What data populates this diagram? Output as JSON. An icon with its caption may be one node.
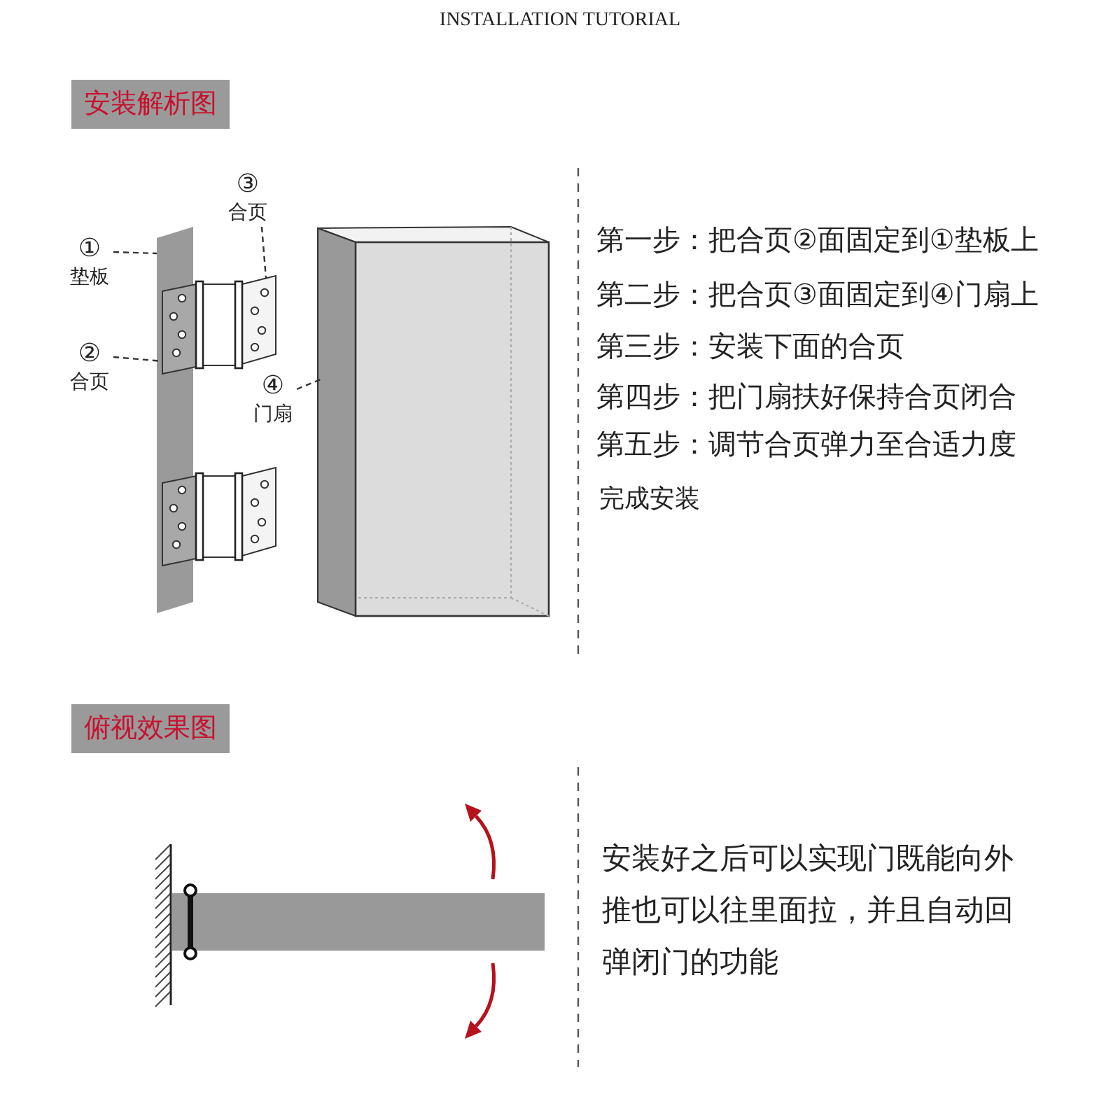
{
  "diagram": {
    "title": "INSTALLATION TUTORIAL",
    "nodes": [
      {
        "text": [
          "安装解析图"
        ]
      },
      {
        "text": [
          "③",
          "合页"
        ]
      },
      {
        "text": [
          "①",
          "垫板"
        ]
      },
      {
        "text": [],
        "shape": "bar"
      },
      {
        "text": [],
        "shape": "box",
        "in": 3
      },
      {
        "text": [],
        "shape": "box"
      },
      {
        "text": [
          "②",
          "合页"
        ]
      },
      {
        "text": [
          "④",
          "门扇"
        ]
      },
      {
        "text": [],
        "shape": "box"
      },
      {
        "text": [
          "俯视效果图"
        ]
      }
    ],
    "edges": [
      {
        "from": 1,
        "to": 5,
        "arrow": "none",
        "style": "dashed"
      },
      {
        "from": 2,
        "to": 3,
        "arrow": "none",
        "style": "dashed"
      },
      {
        "from": 6,
        "to": 4,
        "arrow": "none",
        "style": "dashed"
      },
      {
        "from": 7,
        "to": 8,
        "arrow": "none",
        "style": "dashed"
      }
    ],
    "labels": [
      "第一步：把合页②面固定到①垫板上",
      "第二步：把合页③面固定到④门扇上",
      "第三步：安装下面的合页",
      "第四步：把门扇扶好保持合页闭合",
      "第五步：调节合页弹力至合适力度",
      "完成安装",
      "安装好之后可以实现门既能向外推也可以往里面拉，并且自动回弹闭门的功能"
    ]
  }
}
